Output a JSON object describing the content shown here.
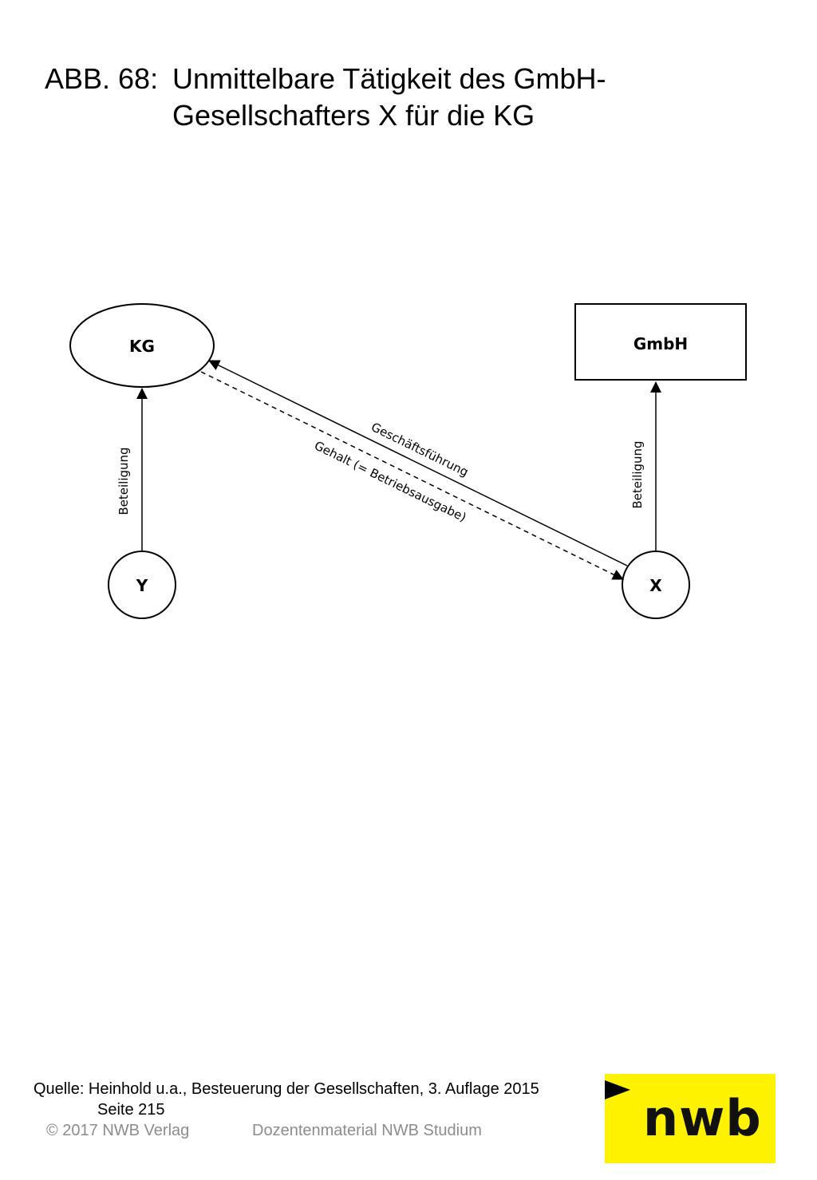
{
  "title": {
    "prefix": "ABB. 68:",
    "line1": "Unmittelbare Tätigkeit des GmbH-",
    "line2": "Gesellschafters X für die KG"
  },
  "diagram": {
    "nodes": {
      "kg": "KG",
      "gmbh": "GmbH",
      "y": "Y",
      "x": "X"
    },
    "edges": {
      "y_to_kg": "Beteiligung",
      "x_to_gmbh": "Beteiligung",
      "x_to_kg": "Geschäftsführung",
      "kg_to_x": "Gehalt (= Betriebsausgabe)"
    }
  },
  "footer": {
    "source_line1": "Quelle: Heinhold u.a., Besteuerung der Gesellschaften, 3. Auflage 2015",
    "source_line2": "Seite 215",
    "copyright": "© 2017 NWB Verlag",
    "material": "Dozentenmaterial NWB Studium"
  },
  "logo": {
    "text": "nwb",
    "background": "#fff200"
  }
}
